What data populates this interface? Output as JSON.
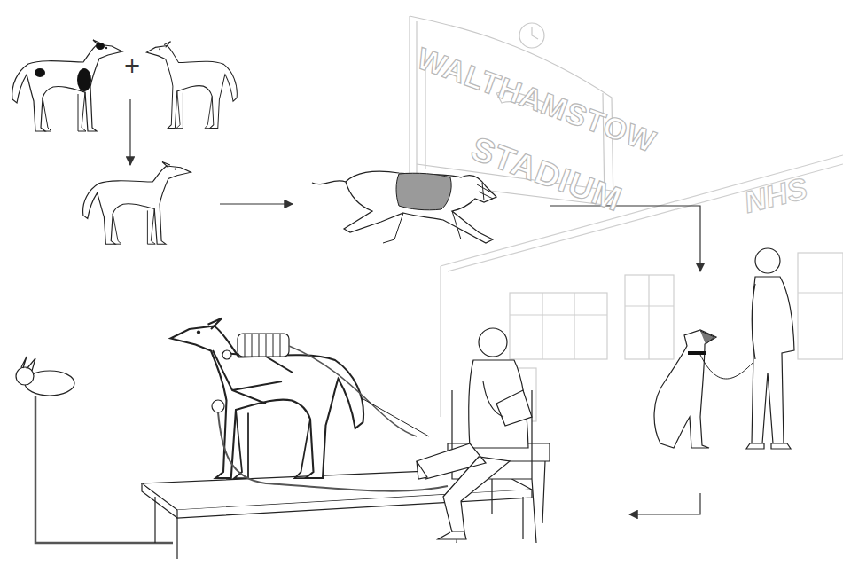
{
  "diagram": {
    "labels": [
      "+",
      "WALTHAMSTOW",
      "STADIUM",
      "NHS"
    ]
  }
}
